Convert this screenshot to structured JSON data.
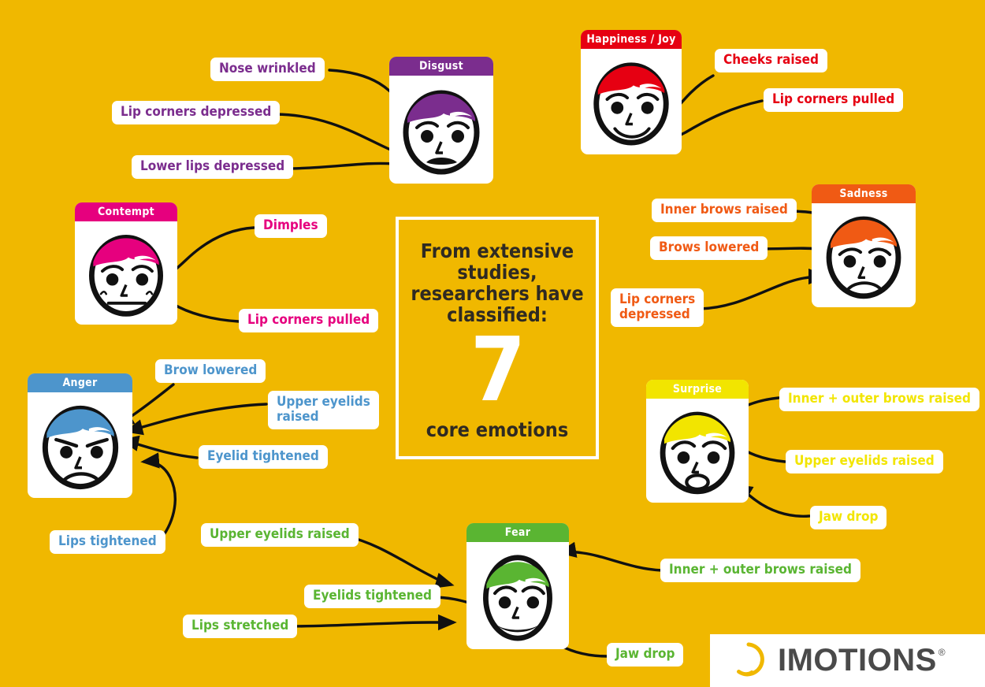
{
  "poster": {
    "background_color": "#F0B800",
    "center_panel": {
      "lead_text": "From extensive\nstudies,\nresearchers have\nclassified:",
      "number": "7",
      "tail_text": "core emotions",
      "border_color": "#FFFFFF",
      "number_color": "#FFFFFF",
      "text_color": "#2F2A22"
    },
    "logo": {
      "wordmark": "IMOTIONS",
      "registered_mark": "®",
      "mark_color": "#F0B800",
      "word_color": "#4A4A4A"
    }
  },
  "emotions": [
    {
      "id": "disgust",
      "title": "Disgust",
      "color": "#7B2D8E",
      "labels": [
        "Nose wrinkled",
        "Lip corners depressed",
        "Lower lips depressed"
      ]
    },
    {
      "id": "happiness",
      "title": "Happiness / Joy",
      "color": "#E60012",
      "labels": [
        "Cheeks raised",
        "Lip corners pulled"
      ]
    },
    {
      "id": "contempt",
      "title": "Contempt",
      "color": "#E6007E",
      "labels": [
        "Dimples",
        "Lip corners pulled"
      ]
    },
    {
      "id": "sadness",
      "title": "Sadness",
      "color": "#F05A14",
      "labels": [
        "Inner brows raised",
        "Brows lowered",
        "Lip corners\ndepressed"
      ]
    },
    {
      "id": "anger",
      "title": "Anger",
      "color": "#4D95CC",
      "labels": [
        "Brow lowered",
        "Upper eyelids\nraised",
        "Eyelid tightened",
        "Lips tightened"
      ]
    },
    {
      "id": "surprise",
      "title": "Surprise",
      "color": "#F2E500",
      "labels": [
        "Inner + outer brows raised",
        "Upper eyelids raised",
        "Jaw drop"
      ]
    },
    {
      "id": "fear",
      "title": "Fear",
      "color": "#5AB532",
      "labels": [
        "Upper eyelids raised",
        "Eyelids tightened",
        "Lips stretched",
        "Inner + outer brows raised",
        "Jaw drop"
      ]
    }
  ]
}
